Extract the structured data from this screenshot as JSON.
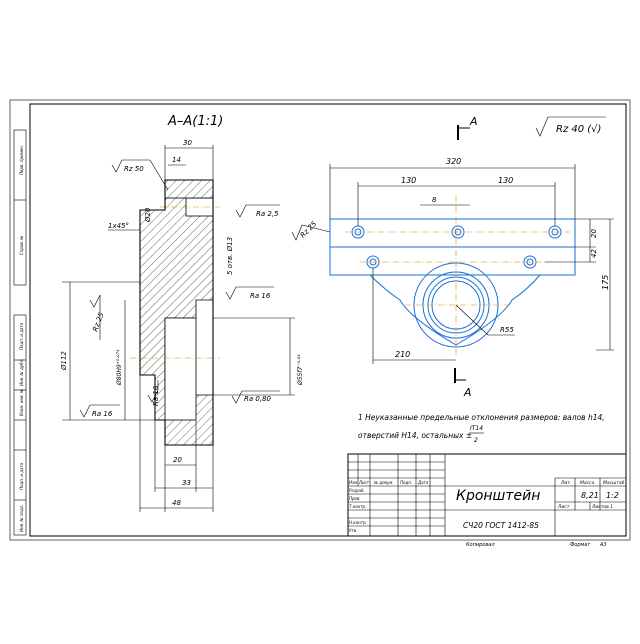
{
  "section_title": "А–А(1:1)",
  "section_marker": "А",
  "roughness_general": "Rz 40 (√)",
  "roughness": {
    "rz50": "Rz 50",
    "rz25_left": "Rz 25",
    "rz25_right": "Rz 25",
    "ra25": "Ra 2,5",
    "ra16a": "Ra 16",
    "ra16b": "Ra 16",
    "ra16c": "Ra 16",
    "ra080": "Ra 0,80"
  },
  "dims_section": {
    "d30": "30",
    "d14": "14",
    "d20_hole": "Ø20",
    "chamfer": "1x45°",
    "holes": "5 отв. Ø13",
    "d112": "Ø112",
    "d80": "Ø80Н9⁺⁰·⁰⁷⁴",
    "d55": "Ø55f7⁻⁰·⁰³",
    "d20": "20",
    "d33": "33",
    "d48": "48"
  },
  "dims_plan": {
    "d320": "320",
    "d130a": "130",
    "d130b": "130",
    "d8": "8",
    "d20": "20",
    "d42": "42",
    "d175": "175",
    "d210": "210",
    "r55": "R55"
  },
  "notes": {
    "line1": "1 Неуказанные предельные отклонения размеров: валов h14,",
    "line2": "отверстий Н14, остальных ±",
    "frac_num": "IT14",
    "frac_den": "2"
  },
  "title_block": {
    "name": "Кронштейн",
    "material": "СЧ20 ГОСТ 1412-85",
    "col_lit": "Лит.",
    "col_mass": "Масса",
    "col_scale": "Масштаб",
    "mass": "8,21",
    "scale": "1:2",
    "sheet": "Лист",
    "sheets": "Листов  1",
    "izm": "Изм",
    "list": "Лист",
    "ndoc": "№ докум.",
    "podp": "Подп.",
    "data": "Дата",
    "razrab": "Разраб.",
    "prov": "Пров.",
    "tkontr": "Т.контр.",
    "nkontr": "Н.контр.",
    "utv": "Утв.",
    "copied": "Копировал",
    "format": "Формат",
    "format_val": "А3"
  },
  "side_stamps": [
    "Перв. примен.",
    "Справ. №",
    "Подп. и дата",
    "Инв. № дубл.",
    "Взам. инв. №",
    "Подп. и дата",
    "Инв. № подл."
  ]
}
